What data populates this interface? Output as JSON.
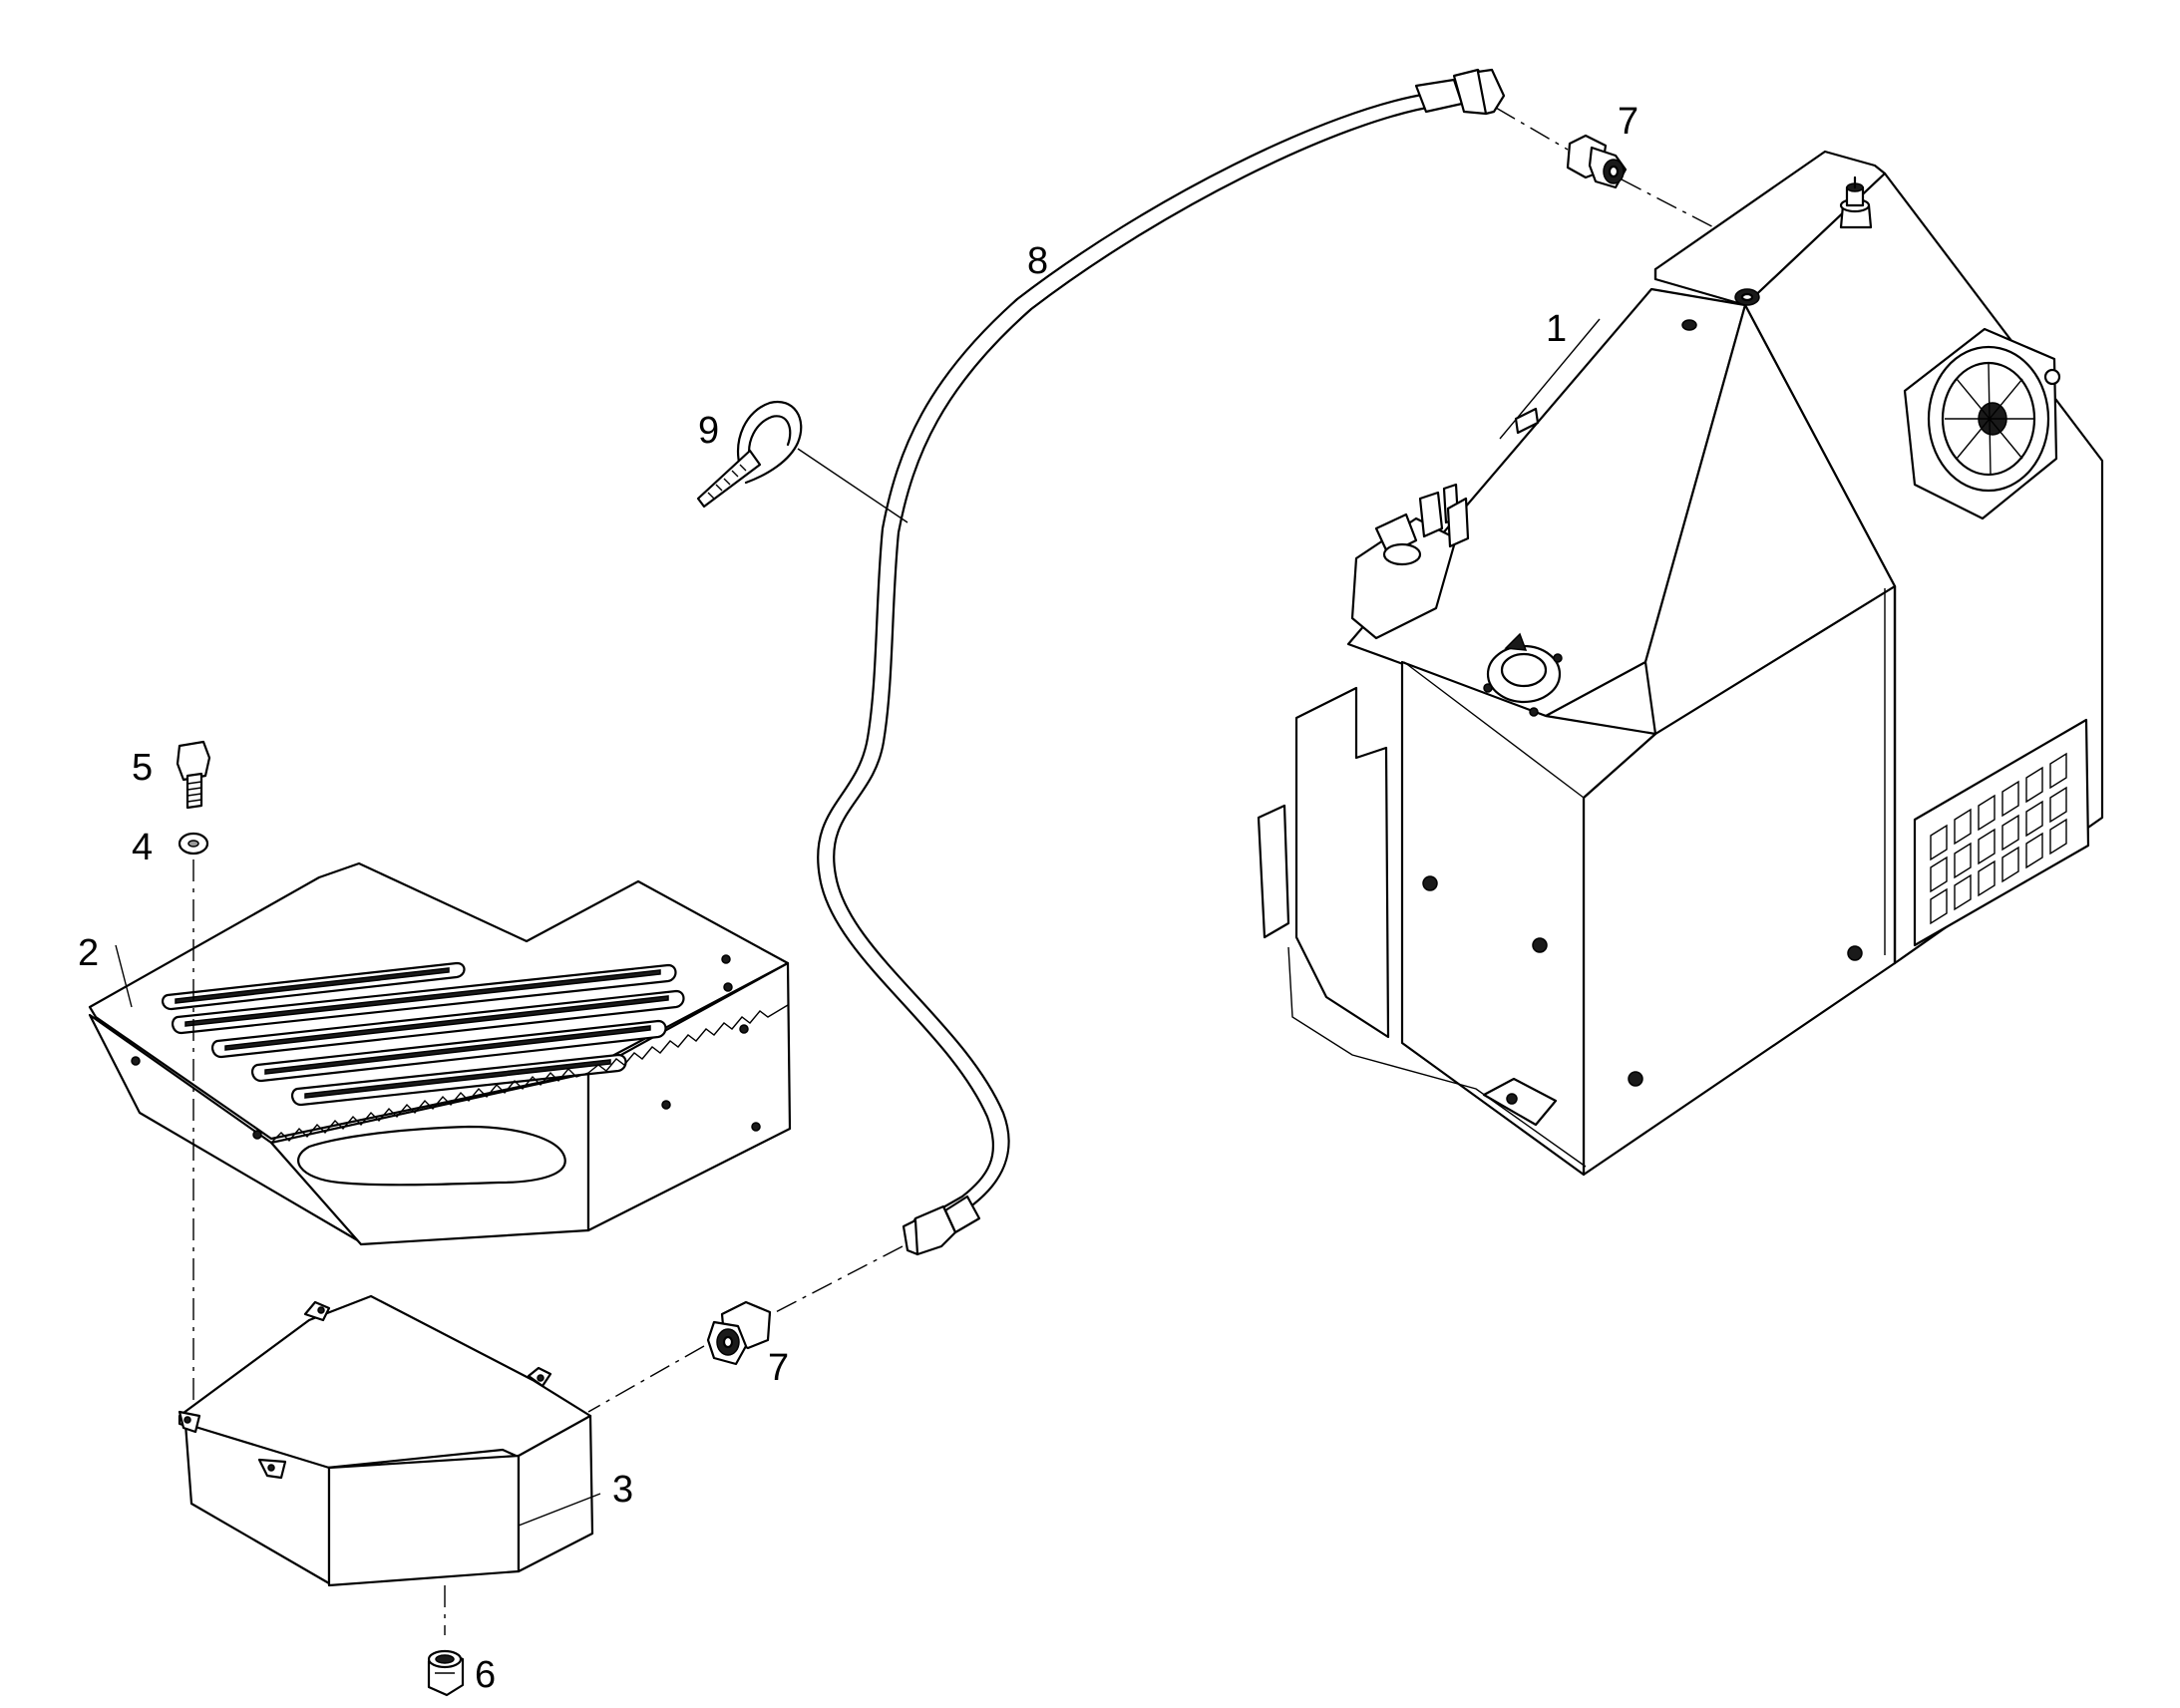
{
  "callouts": {
    "c1": "1",
    "c2": "2",
    "c3": "3",
    "c4": "4",
    "c5": "5",
    "c6": "6",
    "c7_top": "7",
    "c7_bottom": "7",
    "c8": "8",
    "c9": "9"
  },
  "colors": {
    "line": "#000000",
    "background": "#ffffff"
  }
}
